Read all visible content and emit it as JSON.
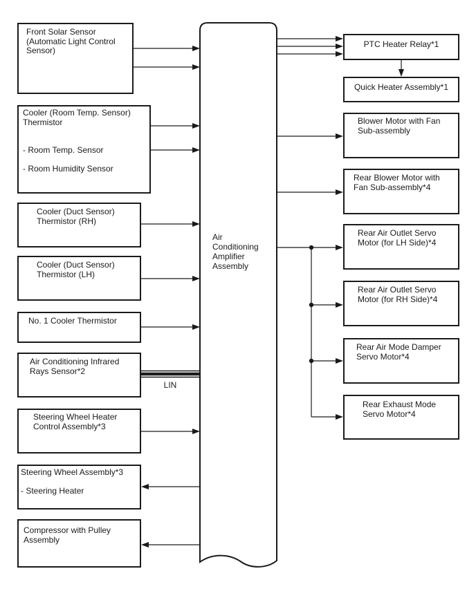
{
  "diagram": {
    "center_node": {
      "label": "Air\nConditioning\nAmplifier\nAssembly"
    },
    "bus_label": "LIN",
    "left_nodes": [
      {
        "label": "Front Solar Sensor\n(Automatic Light Control\nSensor)"
      },
      {
        "label": "Cooler (Room Temp. Sensor)\nThermistor\n\n\n- Room Temp. Sensor\n\n- Room Humidity Sensor"
      },
      {
        "label": "Cooler (Duct Sensor)\nThermistor (RH)"
      },
      {
        "label": "Cooler (Duct Sensor)\nThermistor (LH)"
      },
      {
        "label": "No. 1 Cooler Thermistor"
      },
      {
        "label": "Air Conditioning Infrared\nRays Sensor*2"
      },
      {
        "label": "Steering Wheel Heater\nControl Assembly*3"
      },
      {
        "label": "Steering Wheel Assembly*3\n\n- Steering Heater"
      },
      {
        "label": "Compressor with Pulley\nAssembly"
      }
    ],
    "right_nodes": [
      {
        "label": "PTC Heater Relay*1"
      },
      {
        "label": "Quick Heater Assembly*1"
      },
      {
        "label": "Blower Motor with Fan\nSub-assembly"
      },
      {
        "label": "Rear Blower Motor with\nFan Sub-assembly*4"
      },
      {
        "label": "Rear Air Outlet Servo\nMotor (for LH Side)*4"
      },
      {
        "label": "Rear Air Outlet Servo\nMotor (for RH Side)*4"
      },
      {
        "label": "Rear Air Mode Damper\nServo Motor*4"
      },
      {
        "label": "Rear Exhaust Mode\nServo Motor*4"
      }
    ],
    "colors": {
      "line": "#1a1a1a",
      "background": "#ffffff"
    }
  }
}
